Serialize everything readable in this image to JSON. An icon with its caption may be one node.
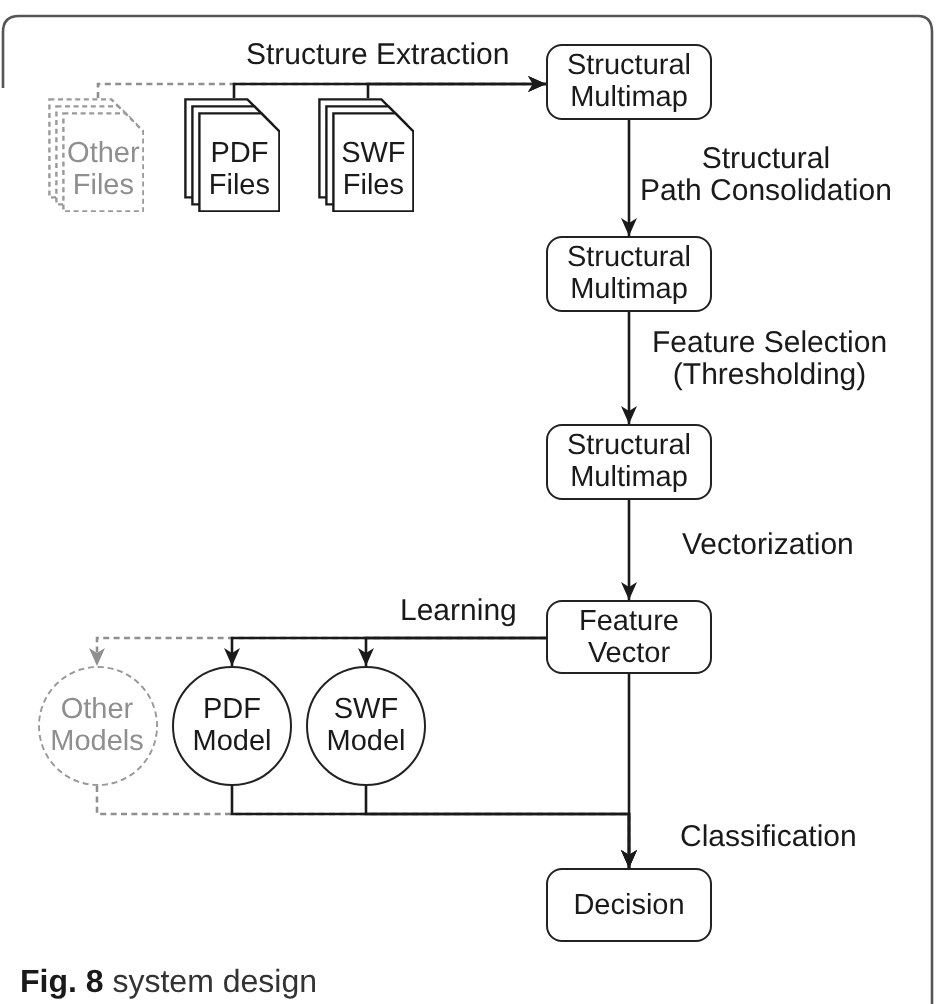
{
  "diagram": {
    "nodes": [
      {
        "text": [
          "Other Files"
        ]
      },
      {
        "text": [
          "PDF Files"
        ]
      },
      {
        "text": [
          "SWF Files"
        ]
      },
      {
        "text": [
          "Structural Multimap"
        ]
      },
      {
        "text": [
          "Structural Multimap"
        ]
      },
      {
        "text": [
          "Structural Multimap"
        ]
      },
      {
        "text": [
          "Feature Vector"
        ]
      },
      {
        "text": [
          "Other Models"
        ]
      },
      {
        "text": [
          "PDF Model"
        ]
      },
      {
        "text": [
          "SWF Model"
        ]
      },
      {
        "text": [
          "Decision"
        ]
      }
    ],
    "edges": [
      {
        "from": 0,
        "to": 3,
        "arrow": "to",
        "style": "dashed",
        "color": "#8f8f8f"
      },
      {
        "from": 1,
        "to": 3,
        "arrow": "to",
        "label": "Structure Extraction"
      },
      {
        "from": 2,
        "to": 3,
        "arrow": "to"
      },
      {
        "from": 3,
        "to": 4,
        "arrow": "to",
        "label": "Structural Path Consolidation"
      },
      {
        "from": 4,
        "to": 5,
        "arrow": "to",
        "label": "Feature Selection (Thresholding)"
      },
      {
        "from": 5,
        "to": 6,
        "arrow": "to",
        "label": "Vectorization"
      },
      {
        "from": 6,
        "to": 7,
        "arrow": "to",
        "style": "dashed",
        "color": "#8f8f8f"
      },
      {
        "from": 6,
        "to": 8,
        "arrow": "to",
        "label": "Learning"
      },
      {
        "from": 6,
        "to": 9,
        "arrow": "to"
      },
      {
        "from": 7,
        "to": 10,
        "arrow": "to",
        "style": "dashed",
        "color": "#8f8f8f"
      },
      {
        "from": 8,
        "to": 10,
        "arrow": "to"
      },
      {
        "from": 9,
        "to": 10,
        "arrow": "to"
      },
      {
        "from": 6,
        "to": 10,
        "arrow": "to",
        "label": "Classification"
      }
    ],
    "caption": "**Fig. 8** system design"
  }
}
